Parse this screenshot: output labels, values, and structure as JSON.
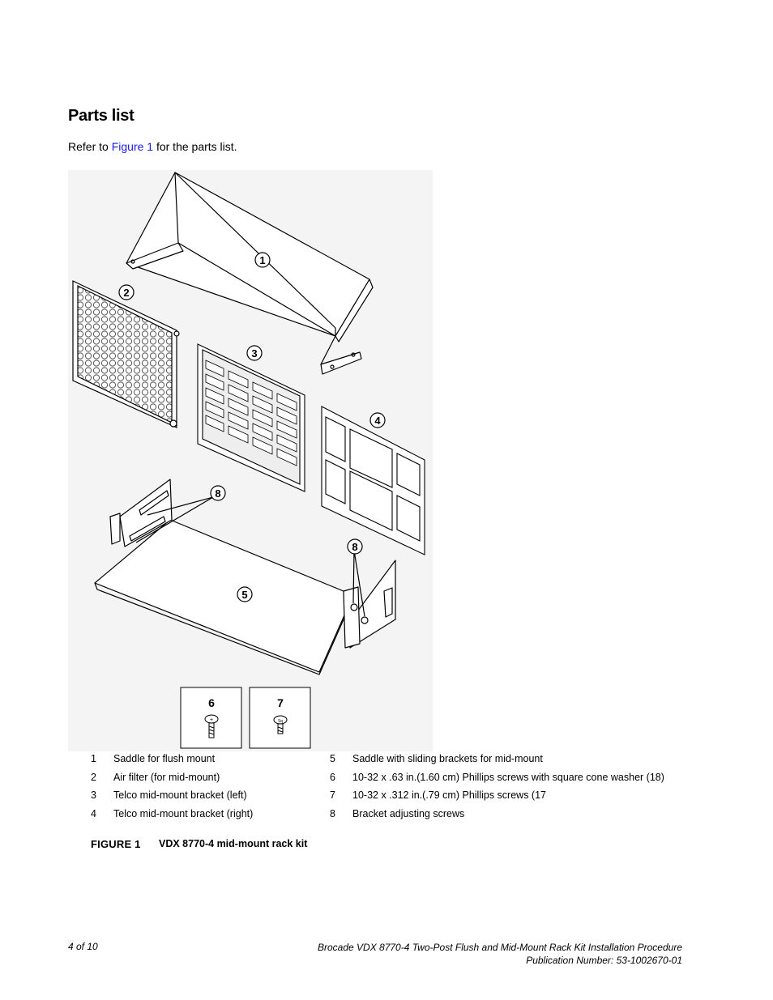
{
  "section": {
    "heading": "Parts list"
  },
  "intro": {
    "prefix": "Refer to ",
    "link_text": "Figure 1",
    "suffix": " for the parts list."
  },
  "figure": {
    "callouts": [
      "1",
      "2",
      "3",
      "4",
      "5",
      "8",
      "8"
    ],
    "screw_boxes": [
      {
        "label": "6"
      },
      {
        "label": "7"
      }
    ],
    "screw_heads": [
      "+",
      "Sq"
    ]
  },
  "legend": {
    "left": [
      {
        "num": "1",
        "text": "Saddle for flush mount"
      },
      {
        "num": "2",
        "text": "Air filter (for mid-mount)"
      },
      {
        "num": "3",
        "text": "Telco mid-mount bracket (left)"
      },
      {
        "num": "4",
        "text": "Telco mid-mount bracket (right)"
      }
    ],
    "right": [
      {
        "num": "5",
        "text": "Saddle with sliding brackets for mid-mount"
      },
      {
        "num": "6",
        "text": "10-32 x .63 in.(1.60 cm) Phillips screws with square cone washer (18)"
      },
      {
        "num": "7",
        "text": "10-32 x .312 in.(.79 cm) Phillips screws (17"
      },
      {
        "num": "8",
        "text": "Bracket adjusting screws"
      }
    ]
  },
  "caption": {
    "label": "FIGURE 1",
    "title": "VDX 8770-4 mid-mount rack kit"
  },
  "footer": {
    "page": "4 of 10",
    "doc_title": "Brocade VDX 8770-4 Two-Post Flush and Mid-Mount Rack Kit Installation Procedure",
    "publication": "Publication Number: 53-1002670-01"
  },
  "colors": {
    "link": "#1a1aee",
    "figure_bg": "#f4f4f4"
  }
}
